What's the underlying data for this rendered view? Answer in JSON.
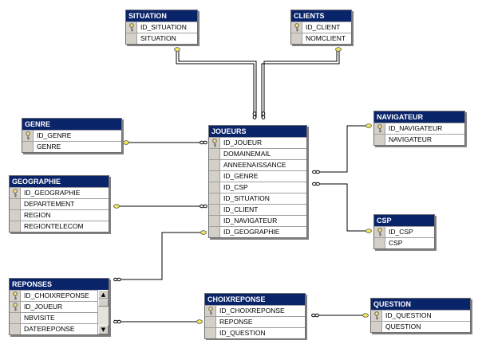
{
  "tables": {
    "situation": {
      "name": "SITUATION",
      "fields": [
        "ID_SITUATION",
        "SITUATION"
      ],
      "keys": [
        true,
        false
      ]
    },
    "clients": {
      "name": "CLIENTS",
      "fields": [
        "ID_CLIENT",
        "NOMCLIENT"
      ],
      "keys": [
        true,
        false
      ]
    },
    "genre": {
      "name": "GENRE",
      "fields": [
        "ID_GENRE",
        "GENRE"
      ],
      "keys": [
        true,
        false
      ]
    },
    "geographie": {
      "name": "GEOGRAPHIE",
      "fields": [
        "ID_GEOGRAPHIE",
        "DEPARTEMENT",
        "REGION",
        "REGIONTELECOM"
      ],
      "keys": [
        true,
        false,
        false,
        false
      ]
    },
    "joueurs": {
      "name": "JOUEURS",
      "fields": [
        "ID_JOUEUR",
        "DOMAINEMAIL",
        "ANNEENAISSANCE",
        "ID_GENRE",
        "ID_CSP",
        "ID_SITUATION",
        "ID_CLIENT",
        "ID_NAVIGATEUR",
        "ID_GEOGRAPHIE"
      ],
      "keys": [
        true,
        false,
        false,
        false,
        false,
        false,
        false,
        false,
        false
      ]
    },
    "navigateur": {
      "name": "NAVIGATEUR",
      "fields": [
        "ID_NAVIGATEUR",
        "NAVIGATEUR"
      ],
      "keys": [
        true,
        false
      ]
    },
    "csp": {
      "name": "CSP",
      "fields": [
        "ID_CSP",
        "CSP"
      ],
      "keys": [
        true,
        false
      ]
    },
    "reponses": {
      "name": "REPONSES",
      "fields": [
        "ID_CHOIXREPONSE",
        "ID_JOUEUR",
        "NBVISITE",
        "DATEREPONSE"
      ],
      "keys": [
        true,
        true,
        false,
        false
      ]
    },
    "choixreponse": {
      "name": "CHOIXREPONSE",
      "fields": [
        "ID_CHOIXREPONSE",
        "REPONSE",
        "ID_QUESTION"
      ],
      "keys": [
        true,
        false,
        false
      ]
    },
    "question": {
      "name": "QUESTION",
      "fields": [
        "ID_QUESTION",
        "QUESTION"
      ],
      "keys": [
        true,
        false
      ]
    }
  },
  "colors": {
    "title_bar": "#0a246a",
    "frame": "#d4d0c8",
    "link_line": "#000000",
    "key_end": "#f2e35a"
  },
  "icons": {
    "primary_key": "key-icon",
    "relation_many": "infinity-end-icon",
    "relation_one": "key-end-icon"
  }
}
